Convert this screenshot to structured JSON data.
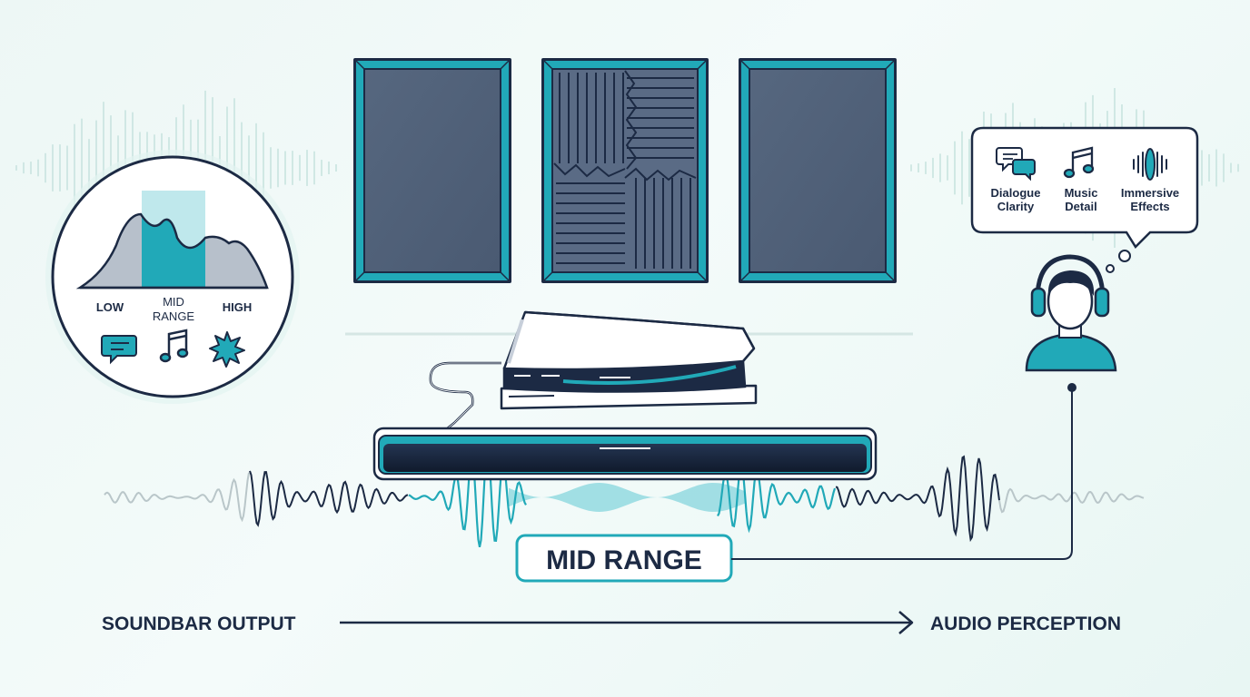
{
  "colors": {
    "navy": "#1c2a44",
    "teal": "#21a9b8",
    "teal_light": "#bfe8ec",
    "panel": "#5a6b85",
    "background": "#eef8f6"
  },
  "spectrum": {
    "low_label": "LOW",
    "mid_label_line1": "MID",
    "mid_label_line2": "RANGE",
    "high_label": "HIGH",
    "icons": [
      "chat-bubble-icon",
      "music-note-icon",
      "burst-icon"
    ]
  },
  "perception_bubble": {
    "items": [
      {
        "icon": "dialogue-icon",
        "line1": "Dialogue",
        "line2": "Clarity"
      },
      {
        "icon": "music-note-icon",
        "line1": "Music",
        "line2": "Detail"
      },
      {
        "icon": "waveform-icon",
        "line1": "Immersive",
        "line2": "Effects"
      }
    ]
  },
  "center_label": "MID RANGE",
  "flow": {
    "start_label": "SOUNDBAR OUTPUT",
    "end_label": "AUDIO PERCEPTION"
  },
  "panels": [
    "acoustic-panel-left",
    "acoustic-panel-center",
    "acoustic-panel-right"
  ]
}
